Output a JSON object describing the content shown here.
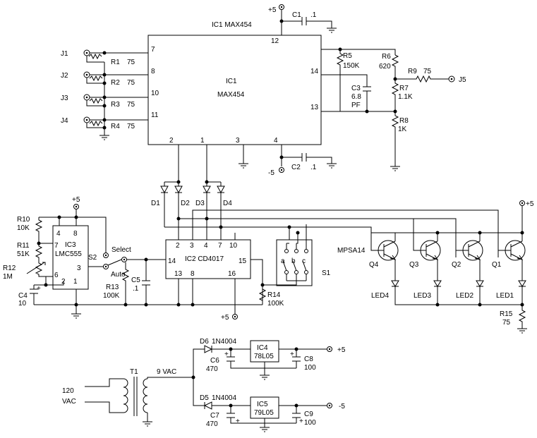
{
  "title_ic1": "IC1 MAX454",
  "ic1": {
    "label": "IC1",
    "part": "MAX454",
    "pins": {
      "p7": "7",
      "p8": "8",
      "p10": "10",
      "p11": "11",
      "p12": "12",
      "p14": "14",
      "p13": "13",
      "p2": "2",
      "p1": "1",
      "p3": "3",
      "p4": "4"
    }
  },
  "jacks": {
    "j1": "J1",
    "j2": "J2",
    "j3": "J3",
    "j4": "J4",
    "j5": "J5"
  },
  "resistors": {
    "r1": "R1",
    "r1v": "75",
    "r2": "R2",
    "r2v": "75",
    "r3": "R3",
    "r3v": "75",
    "r4": "R4",
    "r4v": "75",
    "r5": "R5",
    "r5v": "150K",
    "r6": "R6",
    "r6v": "620",
    "r7": "R7",
    "r7v": "1.1K",
    "r8": "R8",
    "r8v": "1K",
    "r9": "R9",
    "r9v": "75",
    "r10": "R10",
    "r10v": "10K",
    "r11": "R11",
    "r11v": "51K",
    "r12": "R12",
    "r12v": "1M",
    "r13": "R13",
    "r13v": "100K",
    "r14": "R14",
    "r14v": "100K",
    "r15": "R15",
    "r15v": "75"
  },
  "caps": {
    "c1": "C1",
    "c1v": ".1",
    "c2": "C2",
    "c2v": ".1",
    "c3": "C3",
    "c3v": "6.8",
    "c3u": "PF",
    "c4": "C4",
    "c4v": "10",
    "c5": "C5",
    "c5v": ".1",
    "c6": "C6",
    "c6v": "470",
    "c7": "C7",
    "c7v": "470",
    "c8": "C8",
    "c8v": "100",
    "c9": "C9",
    "c9v": "100"
  },
  "rails": {
    "p5a": "+5",
    "m5a": "-5",
    "p5b": "+5",
    "p5c": "+5",
    "p5d": "+5",
    "p5e": "+5",
    "m5b": "-5"
  },
  "diodes": {
    "d1": "D1",
    "d2": "D2",
    "d3": "D3",
    "d4": "D4",
    "d5": "D5",
    "d5p": "1N4004",
    "d6": "D6",
    "d6p": "1N4004"
  },
  "ic2": {
    "label": "IC2 CD4017",
    "pins": {
      "p2": "2",
      "p3": "3",
      "p4": "4",
      "p7": "7",
      "p10": "10",
      "p14": "14",
      "p15": "15",
      "p13": "13",
      "p8": "8",
      "p16": "16"
    }
  },
  "ic3": {
    "label": "IC3",
    "part": "LMC555",
    "pins": {
      "p4": "4",
      "p8": "8",
      "p7": "7",
      "p3": "3",
      "p6": "6",
      "p2": "2",
      "p1": "1"
    }
  },
  "switch": {
    "s1": "S1",
    "a": "a",
    "b": "b",
    "c": "c",
    "s2": "S2",
    "select": "Select",
    "auto": "Auto"
  },
  "transistors": {
    "part": "MPSA14",
    "q1": "Q1",
    "q2": "Q2",
    "q3": "Q3",
    "q4": "Q4"
  },
  "leds": {
    "led1": "LED1",
    "led2": "LED2",
    "led3": "LED3",
    "led4": "LED4"
  },
  "regs": {
    "ic4": "IC4",
    "ic4p": "78L05",
    "ic5": "IC5",
    "ic5p": "79L05"
  },
  "power": {
    "t1": "T1",
    "vac": "9 VAC",
    "v120": "120",
    "vacl": "VAC"
  }
}
